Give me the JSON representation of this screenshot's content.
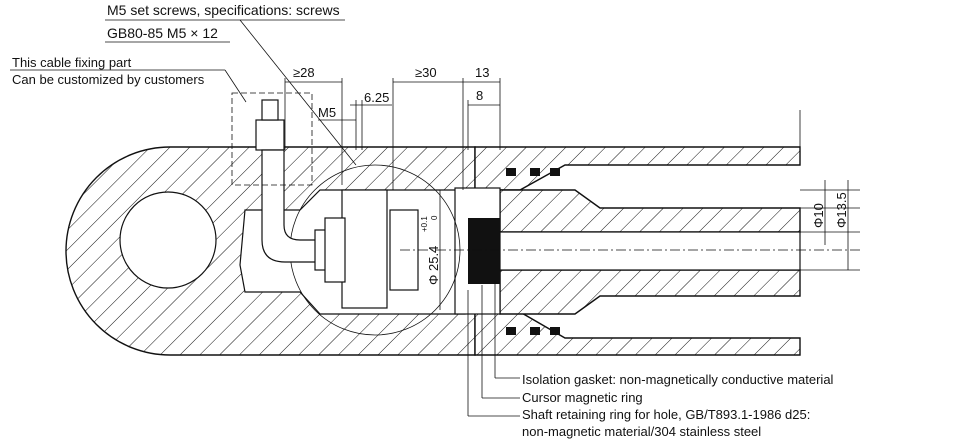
{
  "callouts": {
    "set_screw_title": "M5 set screws, specifications: screws",
    "set_screw_spec": "GB80-85 M5 × 12",
    "cable_line1": "This cable fixing part",
    "cable_line2": "Can be customized by customers",
    "isolation_gasket": "Isolation gasket: non-magnetically conductive material",
    "cursor_ring": "Cursor magnetic ring",
    "shaft_ring_line1": "Shaft retaining ring for hole, GB/T893.1-1986 d25:",
    "shaft_ring_line2": "non-magnetic material/304 stainless steel"
  },
  "dimensions": {
    "d28": "≥28",
    "d30": "≥30",
    "d13": "13",
    "d8": "8",
    "m5": "M5",
    "d625": "6.25",
    "dia10": "Φ10",
    "dia135": "Φ13.5",
    "dia254": "Φ 25.4",
    "tol_upper": "+0.1",
    "tol_lower": "0"
  },
  "colors": {
    "line": "#111111",
    "background": "#ffffff"
  }
}
